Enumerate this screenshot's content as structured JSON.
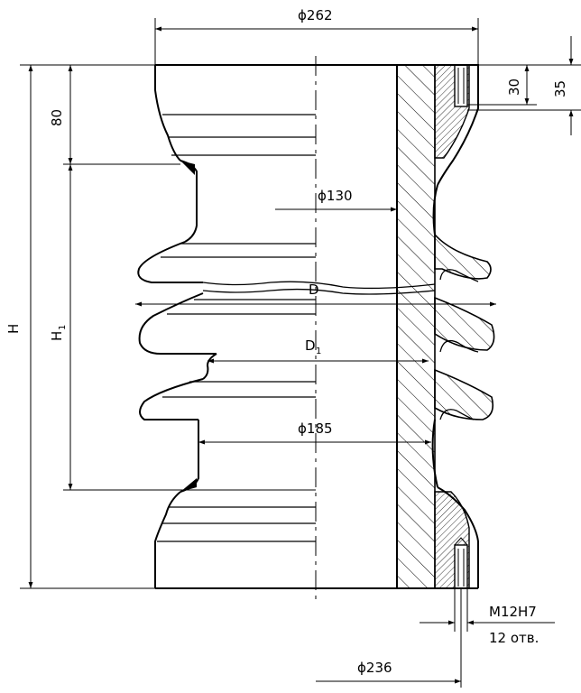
{
  "labels": {
    "top_diameter": "ϕ262",
    "inner_diameter": "ϕ130",
    "shed_diameter": "D",
    "d1_main": "D",
    "d1_sub": "1",
    "core_diameter": "ϕ185",
    "bolt_circle": "ϕ236",
    "hole_spec": "M12H7",
    "hole_count": "12 отв.",
    "total_height": "H",
    "h1_main": "H",
    "h1_sub": "1",
    "flange_height": "80",
    "hole_depth": "30",
    "hole_depth_total": "35"
  }
}
